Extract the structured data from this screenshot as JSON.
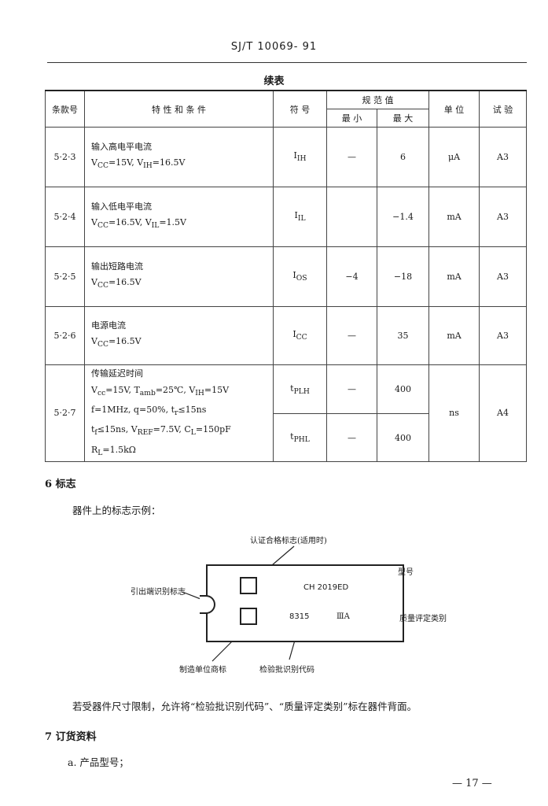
{
  "header": "SJ/T 10069- 91",
  "continue_title": "续表",
  "table": {
    "headers": {
      "clause": "条款号",
      "conditions": "特 性 和 条 件",
      "symbol": "符 号",
      "spec": "规 范 值",
      "min": "最 小",
      "max": "最 大",
      "unit": "单 位",
      "test": "试 验"
    },
    "rows": [
      {
        "clause": "5·2·3",
        "title": "输入高电平电流",
        "lines": [
          "V<sub>CC</sub>=15V, V<sub>IH</sub>=16.5V"
        ],
        "symbol": "I<sub>IH</sub>",
        "min": "—",
        "max": "6",
        "unit": "μA",
        "test": "A3"
      },
      {
        "clause": "5·2·4",
        "title": "输入低电平电流",
        "lines": [
          "V<sub>CC</sub>=16.5V, V<sub>IL</sub>=1.5V"
        ],
        "symbol": "I<sub>IL</sub>",
        "min": "",
        "max": "−1.4",
        "unit": "mA",
        "test": "A3"
      },
      {
        "clause": "5·2·5",
        "title": "输出短路电流",
        "lines": [
          "V<sub>CC</sub>=16.5V"
        ],
        "symbol": "I<sub>OS</sub>",
        "min": "−4",
        "max": "−18",
        "unit": "mA",
        "test": "A3"
      },
      {
        "clause": "5·2·6",
        "title": "电源电流",
        "lines": [
          "V<sub>CC</sub>=16.5V"
        ],
        "symbol": "I<sub>CC</sub>",
        "min": "—",
        "max": "35",
        "unit": "mA",
        "test": "A3"
      }
    ],
    "row527": {
      "clause": "5·2·7",
      "title": "传输延迟时间",
      "lines": [
        "V<sub>cc</sub>=15V, T<sub>amb</sub>=25℃, V<sub>IH</sub>=15V",
        "f=1MHz, q=50%, t<sub>r</sub>≤15ns",
        "t<sub>f</sub>≤15ns, V<sub>REF</sub>=7.5V, C<sub>L</sub>=150pF",
        "R<sub>L</sub>=1.5kΩ"
      ],
      "symbol1": "t<sub>PLH</sub>",
      "min1": "—",
      "max1": "400",
      "symbol2": "t<sub>PHL</sub>",
      "min2": "—",
      "max2": "400",
      "unit": "ns",
      "test": "A4"
    }
  },
  "section6": {
    "title": "6  标志",
    "example": "器件上的标志示例：",
    "diagram": {
      "label_cert": "认证合格标志(适用时)",
      "label_pin": "引出端识别标志",
      "label_model": "型号",
      "label_quality": "质量评定类别",
      "label_maker": "制造单位商标",
      "label_lot": "检验批识别代码",
      "chip_model": "CH 2019ED",
      "chip_lot": "8315",
      "chip_quality": "ⅢA"
    },
    "note": "若受器件尺寸限制，允许将“检验批识别代码”、“质量评定类别”标在器件背面。"
  },
  "section7": {
    "title": "7  订货资料",
    "item_a": "a.   产品型号；"
  },
  "page_number": "— 17 —"
}
